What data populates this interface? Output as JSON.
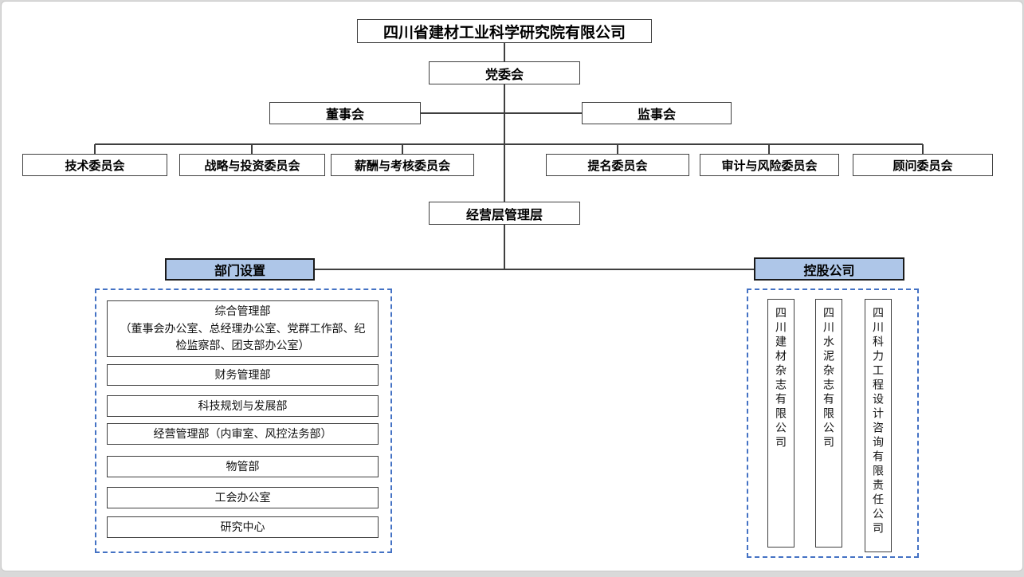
{
  "root": {
    "title": "四川省建材工业科学研究院有限公司"
  },
  "governance": {
    "party_committee": "党委会",
    "board_of_directors": "董事会",
    "board_of_supervisors": "监事会",
    "management": "经营层管理层"
  },
  "committees": [
    {
      "label": "技术委员会"
    },
    {
      "label": "战略与投资委员会"
    },
    {
      "label": "薪酬与考核委员会"
    },
    {
      "label": "提名委员会"
    },
    {
      "label": "审计与风险委员会"
    },
    {
      "label": "顾问委员会"
    }
  ],
  "departments": {
    "header": "部门设置",
    "items": [
      {
        "name": "综合管理部",
        "detail": "（董事会办公室、总经理办公室、党群工作部、纪检监察部、团支部办公室）"
      },
      {
        "name": "财务管理部"
      },
      {
        "name": "科技规划与发展部"
      },
      {
        "name": "经营管理部（内审室、风控法务部）"
      },
      {
        "name": "物管部"
      },
      {
        "name": "工会办公室"
      },
      {
        "name": "研究中心"
      }
    ]
  },
  "subsidiaries": {
    "header": "控股公司",
    "items": [
      {
        "name": "四川建材杂志有限公司"
      },
      {
        "name": "四川水泥杂志有限公司"
      },
      {
        "name": "四川科力工程设计咨询有限责任公司"
      }
    ]
  },
  "colors": {
    "header_fill": "#AEC6E8",
    "dashed_border": "#4472C4",
    "line": "#3f3f3f"
  }
}
